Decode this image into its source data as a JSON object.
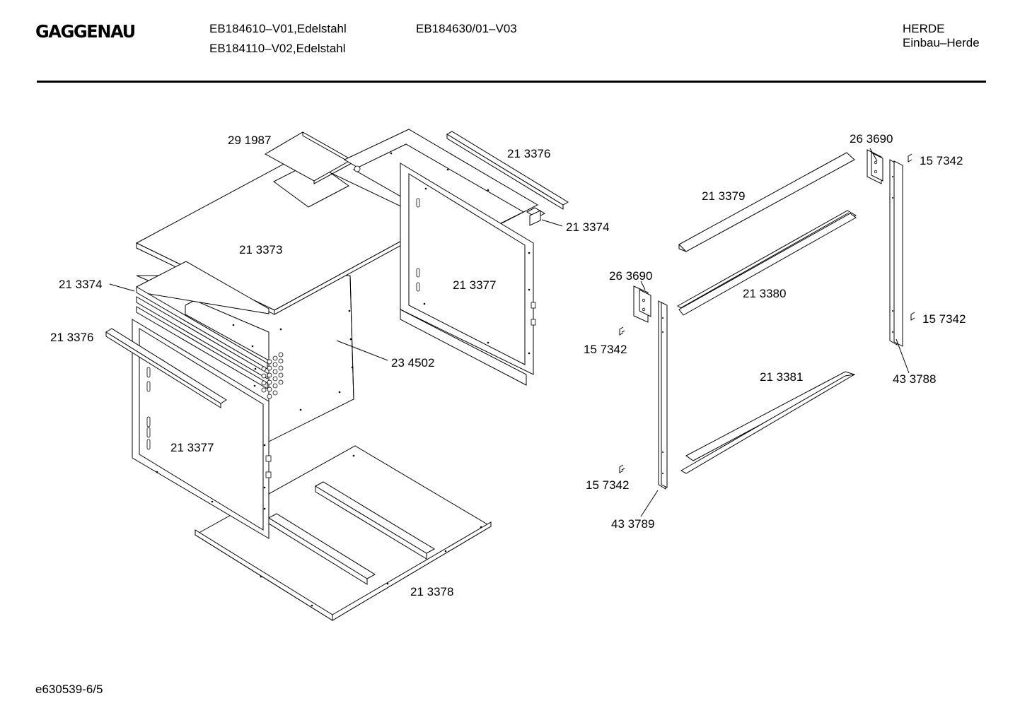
{
  "header": {
    "brand": "GAGGENAU",
    "models_line1": "EB184610–V01,Edelstahl",
    "models_line2": "EB184110–V02,Edelstahl",
    "models_col2": "EB184630/01–V03",
    "category": "HERDE",
    "subcategory": "Einbau–Herde"
  },
  "parts": [
    {
      "id": "p1",
      "label": "29 1987"
    },
    {
      "id": "p2",
      "label": "21 3376"
    },
    {
      "id": "p3",
      "label": "21 3374"
    },
    {
      "id": "p4",
      "label": "21 3373"
    },
    {
      "id": "p5",
      "label": "21 3377"
    },
    {
      "id": "p6",
      "label": "21 3374"
    },
    {
      "id": "p7",
      "label": "21 3376"
    },
    {
      "id": "p8",
      "label": "23 4502"
    },
    {
      "id": "p9",
      "label": "21 3377"
    },
    {
      "id": "p10",
      "label": "21 3378"
    },
    {
      "id": "p11",
      "label": "26 3690"
    },
    {
      "id": "p12",
      "label": "15 7342"
    },
    {
      "id": "p13",
      "label": "21 3379"
    },
    {
      "id": "p14",
      "label": "26 3690"
    },
    {
      "id": "p15",
      "label": "21 3380"
    },
    {
      "id": "p16",
      "label": "15 7342"
    },
    {
      "id": "p17",
      "label": "15 7342"
    },
    {
      "id": "p18",
      "label": "43 3788"
    },
    {
      "id": "p19",
      "label": "21 3381"
    },
    {
      "id": "p20",
      "label": "15 7342"
    },
    {
      "id": "p21",
      "label": "43 3789"
    }
  ],
  "footer": {
    "doc_id": "e630539-6/5"
  }
}
